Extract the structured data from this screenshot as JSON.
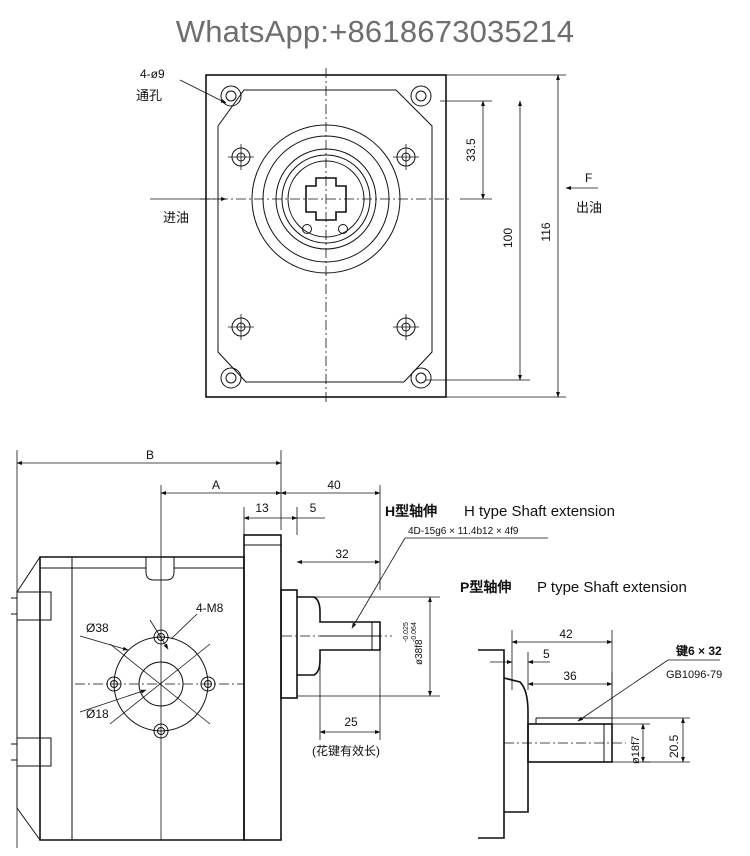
{
  "watermark": "WhatsApp:+8618673035214",
  "top_view": {
    "hole_callout": "4-ø9",
    "through_hole": "通孔",
    "inlet": "进油",
    "outlet": "出油",
    "force_label": "F",
    "dim_33_5": "33.5",
    "dim_100": "100",
    "dim_116": "116"
  },
  "side_view": {
    "dim_B": "B",
    "dim_A": "A",
    "dim_40": "40",
    "dim_13": "13",
    "dim_5": "5",
    "dim_32": "32",
    "dim_25": "25",
    "bore_38": "Ø38",
    "bore_18": "Ø18",
    "thread": "4-M8",
    "shaft_dia": "ø38f8",
    "tol_upper": "-0.025",
    "tol_lower": "-0.064",
    "spline_note": "(花键有效长)"
  },
  "h_type": {
    "title_cn": "H型轴伸",
    "title_en": "H type Shaft extension",
    "spec": "4D-15g6 × 11.4b12 × 4f9"
  },
  "p_type": {
    "title_cn": "P型轴伸",
    "title_en": "P type Shaft extension",
    "dim_42": "42",
    "dim_5": "5",
    "dim_36": "36",
    "key": "键6 × 32",
    "standard": "GB1096-79",
    "shaft_dia": "ø18f7",
    "dim_20_5": "20.5"
  }
}
